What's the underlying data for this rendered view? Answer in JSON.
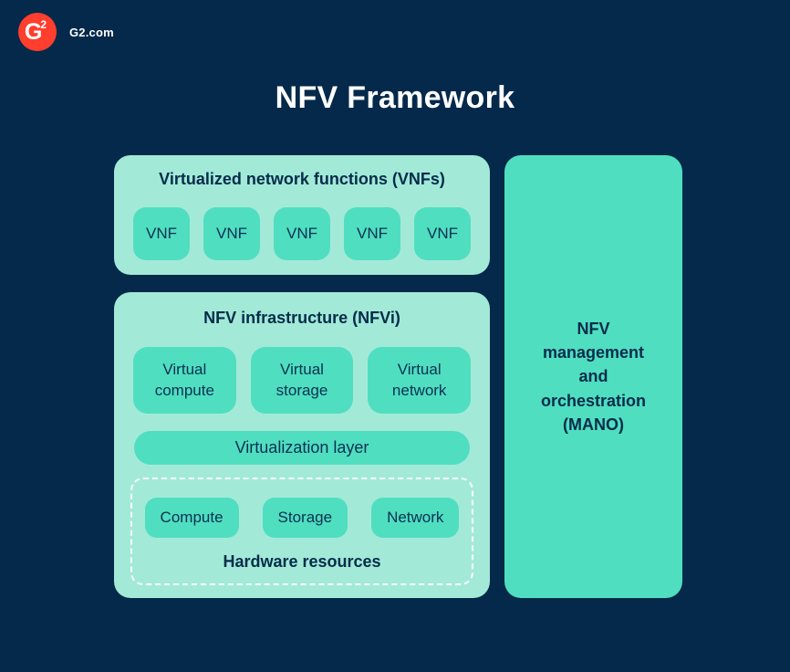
{
  "header": {
    "logo": {
      "glyph_main": "G",
      "glyph_sup": "2",
      "site_label": "G2.com"
    }
  },
  "title": "NFV Framework",
  "colors": {
    "background_navy": "#04294A",
    "panel_mint": "#A2EAD7",
    "box_teal": "#50DEC0",
    "text_navy": "#052C4B",
    "logo_red": "#FF3E2E",
    "dashed_border_white": "#FFFFFF"
  },
  "diagram": {
    "vnf_panel": {
      "title": "Virtualized network functions (VNFs)",
      "boxes": [
        "VNF",
        "VNF",
        "VNF",
        "VNF",
        "VNF"
      ]
    },
    "nfvi_panel": {
      "title": "NFV infrastructure (NFVi)",
      "virtual_boxes": [
        "Virtual compute",
        "Virtual storage",
        "Virtual network"
      ],
      "virtualization_layer": "Virtualization layer",
      "hardware": {
        "title": "Hardware resources",
        "boxes": [
          "Compute",
          "Storage",
          "Network"
        ]
      }
    },
    "mano_panel": {
      "title": "NFV management and orchestration (MANO)"
    }
  }
}
